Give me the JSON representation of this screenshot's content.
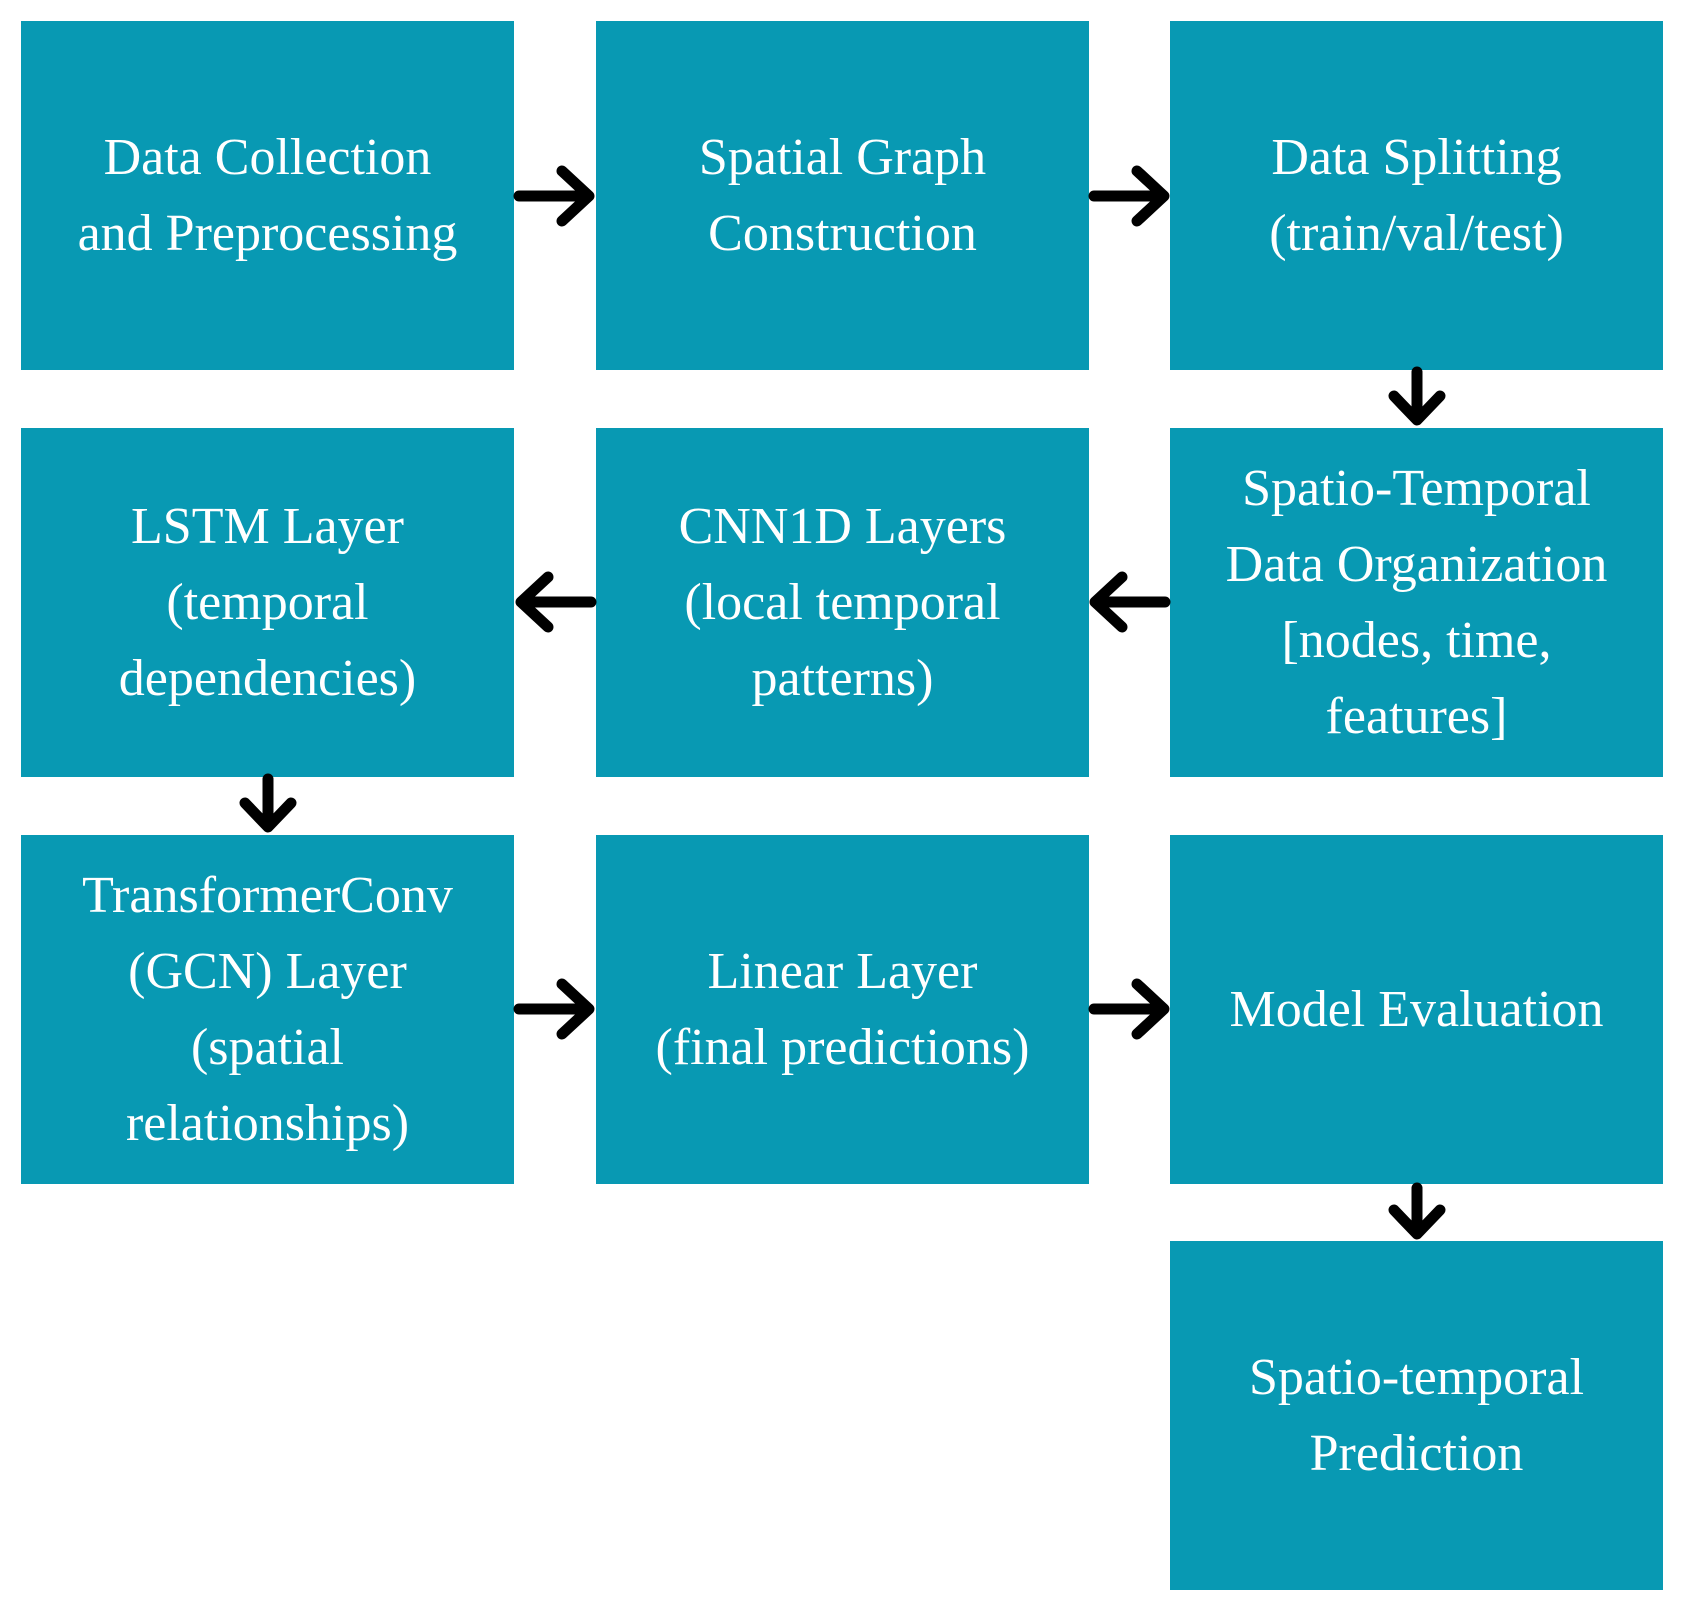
{
  "nodes": {
    "data_collection": "Data Collection\nand Preprocessing",
    "spatial_graph": "Spatial Graph\nConstruction",
    "data_splitting": "Data Splitting\n(train/val/test)",
    "data_organization": "Spatio-Temporal\nData Organization\n[nodes, time,\nfeatures]",
    "cnn1d": "CNN1D Layers\n(local temporal\npatterns)",
    "lstm": "LSTM Layer\n(temporal\ndependencies)",
    "transformer": "TransformerConv\n(GCN) Layer\n(spatial\nrelationships)",
    "linear": "Linear Layer\n(final predictions)",
    "evaluation": "Model Evaluation",
    "prediction": "Spatio-temporal\nPrediction"
  },
  "colors": {
    "box_fill": "#0899b3",
    "box_text": "#ffffff",
    "arrow": "#000000"
  }
}
